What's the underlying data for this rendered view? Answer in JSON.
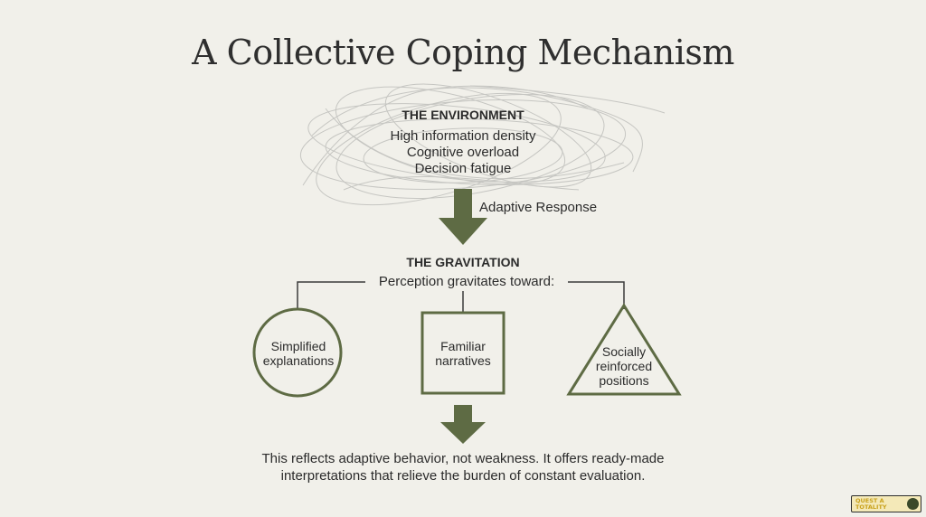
{
  "title": "A Collective Coping Mechanism",
  "environment": {
    "heading": "THE ENVIRONMENT",
    "lines": [
      "High information density",
      "Cognitive overload",
      "Decision fatigue"
    ]
  },
  "transition": {
    "label": "Adaptive Response"
  },
  "gravitation": {
    "heading": "THE GRAVITATION",
    "subheading": "Perception gravitates toward:",
    "options": [
      {
        "shape": "circle",
        "lines": [
          "Simplified",
          "explanations"
        ]
      },
      {
        "shape": "square",
        "lines": [
          "Familiar",
          "narratives"
        ]
      },
      {
        "shape": "triangle",
        "lines": [
          "Socially",
          "reinforced",
          "positions"
        ]
      }
    ]
  },
  "conclusion": {
    "lines": [
      "This reflects adaptive behavior, not weakness. It offers ready-made",
      "interpretations that relieve the burden of constant evaluation."
    ]
  },
  "watermark": {
    "lines": [
      "QUEST A",
      "TOTALITY"
    ]
  },
  "colors": {
    "background": "#f1f0ea",
    "accent": "#5e6b44",
    "text": "#2b2b2b",
    "scribble": "#c6c6c2"
  }
}
